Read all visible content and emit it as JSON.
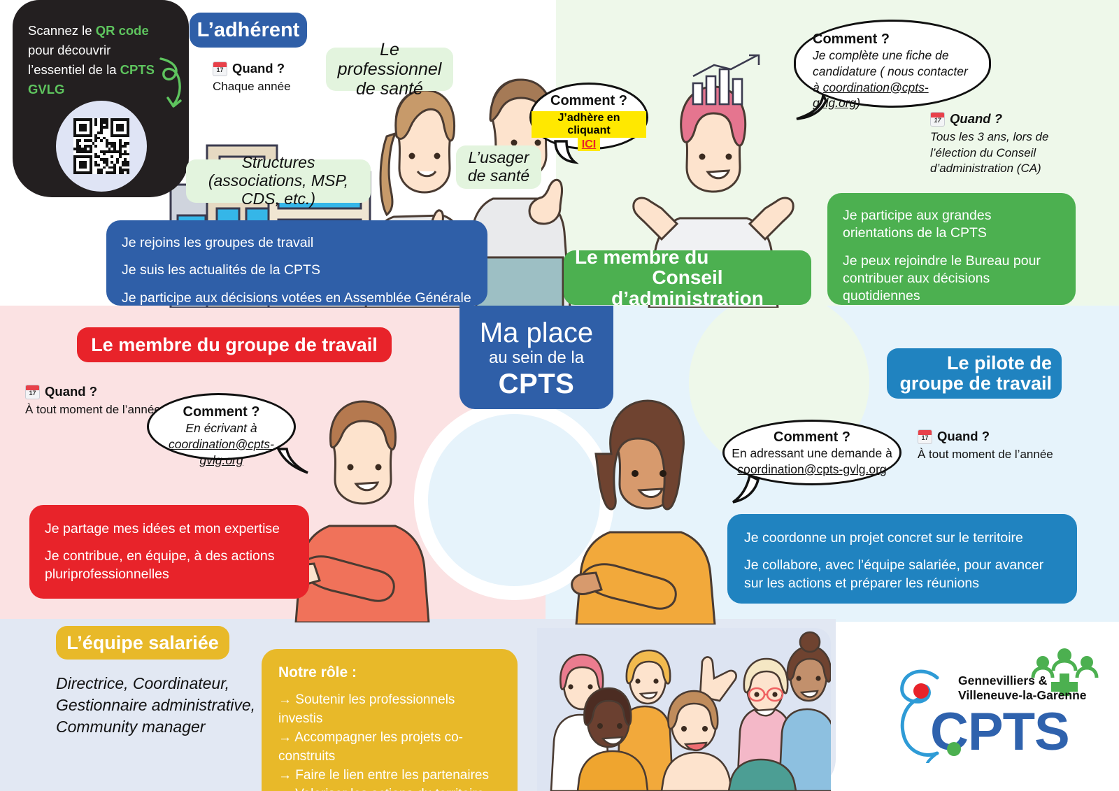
{
  "poster": {
    "center_title": {
      "line1": "Ma place",
      "line2": "au sein de la",
      "line3": "CPTS"
    }
  },
  "qr_panel": {
    "line1_a": "Scannez le ",
    "line1_b": "QR code",
    "line2": "pour découvrir",
    "line3_a": "l’essentiel de la ",
    "line3_b": "CPTS",
    "line4": "GVLG",
    "icon": "qr-code-icon",
    "arrow_icon": "curved-arrow-icon"
  },
  "sections": {
    "adherent": {
      "badge": "L’adhérent",
      "badge_color": "#2f5fa8",
      "when_label": "Quand ?",
      "when_value": "Chaque année",
      "bubble_title": "Comment ?",
      "bubble_line1": "J’adhère en cliquant",
      "bubble_link": "ICI",
      "labels": [
        "Le professionnel de santé",
        "L’usager de santé",
        "Structures (associations, MSP, CDS, etc.)"
      ],
      "points": [
        "Je rejoins les groupes de travail",
        "Je suis les actualités de la CPTS",
        "Je participe aux décisions votées en Assemblée Générale"
      ]
    },
    "conseil_administration": {
      "badge_line1": "Le membre du",
      "badge_line2": "Conseil d’administration",
      "badge_color": "#4cb050",
      "when_label": "Quand ?",
      "when_value": "Tous les 3 ans, lors de l’élection du Conseil d’administration (CA)",
      "bubble_title": "Comment ?",
      "bubble_body": "Je complète une fiche de candidature ( nous contacter à ",
      "bubble_email": "coordination@cpts-gvlg.org",
      "bubble_tail": ")",
      "points": [
        "Je participe aux grandes orientations de la CPTS",
        "Je peux rejoindre le Bureau pour contribuer aux décisions quotidiennes"
      ]
    },
    "membre_groupe_travail": {
      "badge": "Le membre du groupe de travail",
      "badge_color": "#e8232a",
      "when_label": "Quand ?",
      "when_value": "À tout moment de l’année",
      "bubble_title": "Comment ?",
      "bubble_body": "En écrivant à",
      "bubble_email": "coordination@cpts-gvlg.org",
      "points": [
        "Je partage mes idées et mon expertise",
        "Je contribue, en équipe, à des actions pluriprofessionnelles"
      ]
    },
    "pilote_groupe_travail": {
      "badge_line1": "Le pilote de",
      "badge_line2": "groupe de travail",
      "badge_color": "#2083c0",
      "when_label": "Quand ?",
      "when_value": "À tout moment de l’année",
      "bubble_title": "Comment ?",
      "bubble_body": "En adressant une demande à",
      "bubble_email": "coordination@cpts-gvlg.org",
      "points": [
        "Je coordonne un projet concret sur le territoire",
        "Je collabore, avec l’équipe salariée, pour avancer sur les actions et préparer les réunions"
      ]
    },
    "equipe_salariee": {
      "badge": "L’équipe salariée",
      "badge_color": "#e8b929",
      "roles": "Directrice, Coordinateur, Gestionnaire administrative, Community manager",
      "role_title": "Notre rôle :",
      "role_items": [
        "→ Soutenir les professionnels investis",
        "→ Accompagner les projets co-construits",
        "→ Faire le lien entre les partenaires",
        "→ Valoriser les actions du territoire"
      ]
    }
  },
  "logo": {
    "town_line1": "Gennevilliers &",
    "town_line2": "Villeneuve-la-Garenne",
    "name": "CPTS",
    "people_icon": "people-cross-icon",
    "dot_icon": "red-dot-icon"
  },
  "colors": {
    "blue": "#2f5fa8",
    "green": "#4cb050",
    "red": "#e8232a",
    "sky_blue": "#2083c0",
    "yellow": "#e8b929",
    "bg_pink": "#fbe2e3",
    "bg_lightblue": "#e6f3fb",
    "bg_lightgreen": "#eef8ea",
    "bg_bottom": "#e2e8f3",
    "highlight_yellow": "#ffe800",
    "link_red": "#e8232a",
    "qr_panel_dark": "#231f20",
    "qr_accent_green": "#5ec45e"
  }
}
